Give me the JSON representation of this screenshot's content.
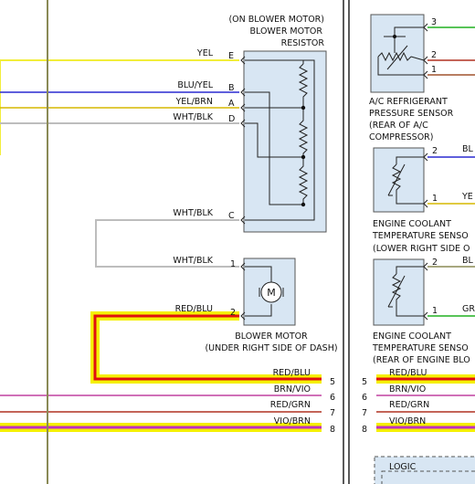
{
  "blower_resistor": {
    "title_lines": [
      "(ON BLOWER MOTOR)",
      "BLOWER MOTOR",
      "RESISTOR"
    ],
    "pins": [
      {
        "wire": "YEL",
        "pin": "E"
      },
      {
        "wire": "BLU/YEL",
        "pin": "B"
      },
      {
        "wire": "YEL/BRN",
        "pin": "A"
      },
      {
        "wire": "WHT/BLK",
        "pin": "D"
      },
      {
        "wire": "WHT/BLK",
        "pin": "C"
      }
    ]
  },
  "blower_motor": {
    "symbol": "M",
    "title_lines": [
      "BLOWER MOTOR",
      "(UNDER RIGHT SIDE OF DASH)"
    ],
    "pins": [
      {
        "wire": "WHT/BLK",
        "pin": "1"
      },
      {
        "wire": "RED/BLU",
        "pin": "2"
      }
    ]
  },
  "connector_left": [
    {
      "wire": "RED/BLU",
      "pin": "5"
    },
    {
      "wire": "BRN/VIO",
      "pin": "6"
    },
    {
      "wire": "RED/GRN",
      "pin": "7"
    },
    {
      "wire": "VIO/BRN",
      "pin": "8"
    }
  ],
  "connector_right": [
    {
      "pin": "5",
      "wire": "RED/BLU"
    },
    {
      "pin": "6",
      "wire": "BRN/VIO"
    },
    {
      "pin": "7",
      "wire": "RED/GRN"
    },
    {
      "pin": "8",
      "wire": "VIO/BRN"
    }
  ],
  "ac_pressure_sensor": {
    "title_lines": [
      "A/C REFRIGERANT",
      "PRESSURE SENSOR",
      "(REAR OF A/C",
      "COMPRESSOR)"
    ],
    "pins": [
      "3",
      "2",
      "1"
    ]
  },
  "ect_sensor_1": {
    "title_lines": [
      "ENGINE COOLANT",
      "TEMPERATURE SENSO",
      "(LOWER RIGHT SIDE O"
    ],
    "pins": [
      {
        "pin": "2",
        "wire": "BL"
      },
      {
        "pin": "1",
        "wire": "YE"
      }
    ]
  },
  "ect_sensor_2": {
    "title_lines": [
      "ENGINE COOLANT",
      "TEMPERATURE SENSO",
      "(REAR OF ENGINE BLO"
    ],
    "pins": [
      {
        "pin": "2",
        "wire": "BL"
      },
      {
        "pin": "1",
        "wire": "GR"
      }
    ]
  },
  "logic_box": {
    "label": "LOGIC"
  },
  "colors": {
    "yellow": "#f2ee3a",
    "blue": "#2a2ad0",
    "gray": "#bdbdbd",
    "red": "#e01010",
    "brown": "#a0522d",
    "violet": "#c030c0",
    "highlight": "#f5f000",
    "olive": "#8a8a55",
    "green": "#20b020",
    "component_fill": "#d8e6f3"
  }
}
